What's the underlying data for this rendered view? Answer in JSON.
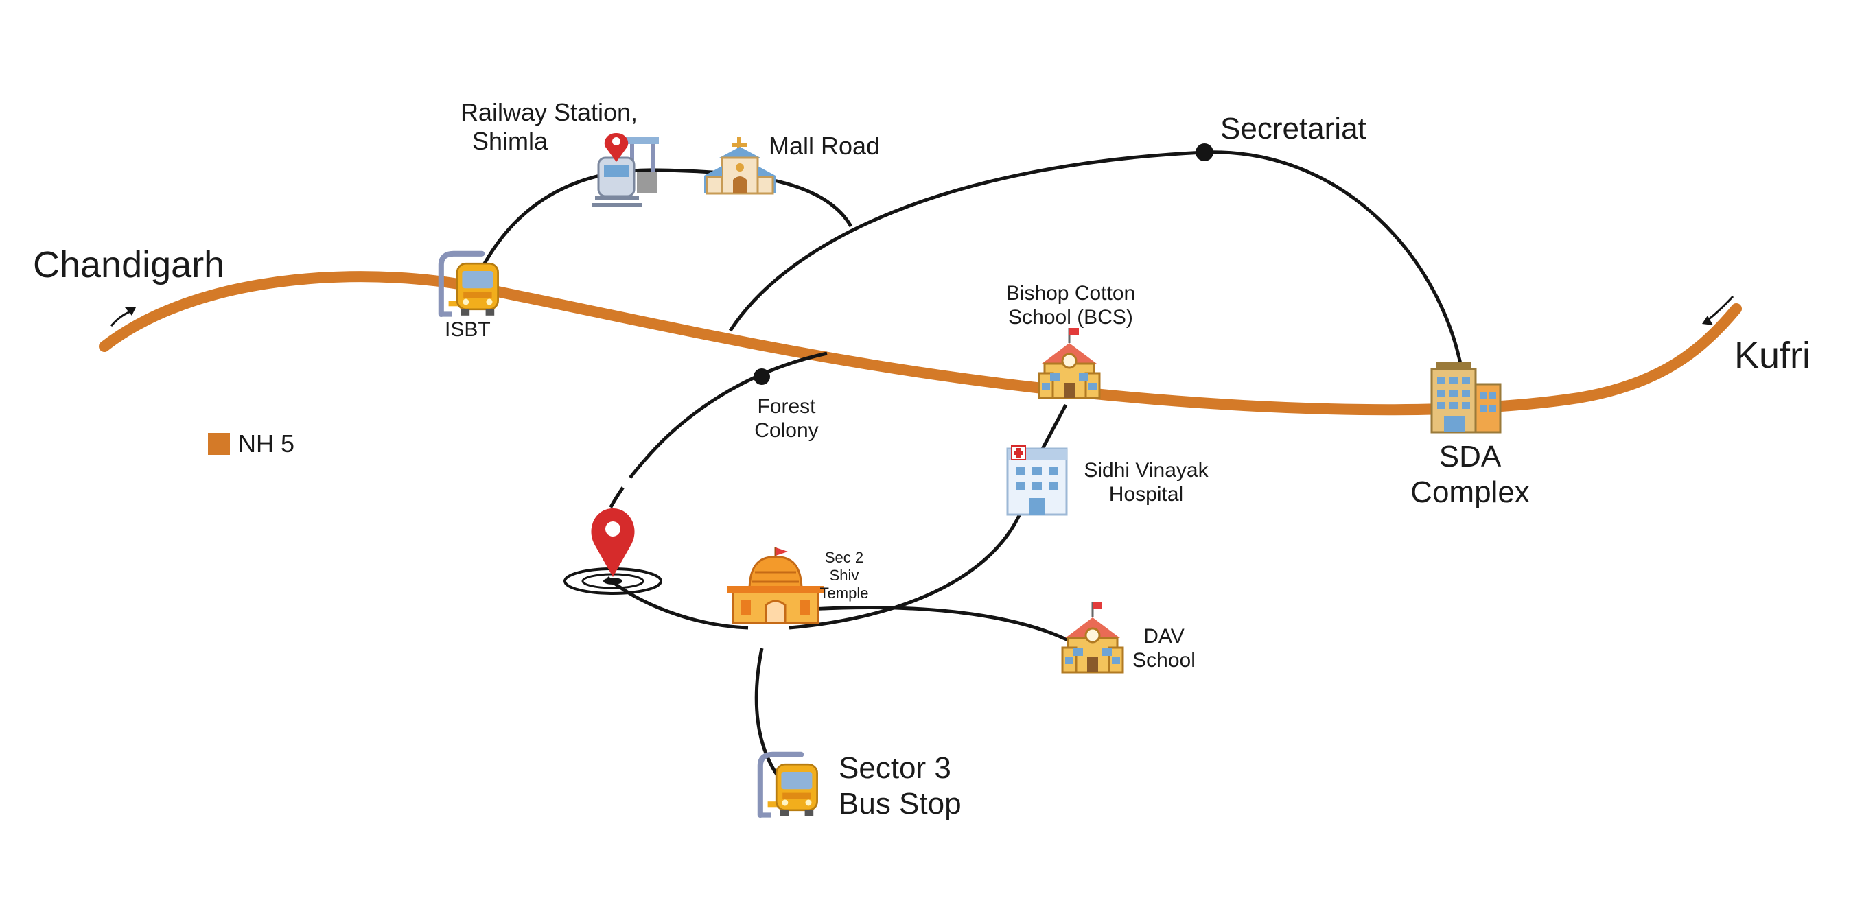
{
  "colors": {
    "highway": "#d47a28",
    "route": "#141414",
    "pin": "#d62b2b",
    "bus_stop": "#f2ae1c",
    "temple": "#f39a2b"
  },
  "legend": {
    "label": "NH 5",
    "color": "#d47a28"
  },
  "places": {
    "chandigarh": "Chandigarh",
    "kufri": "Kufri",
    "isbt": "ISBT",
    "railway_station_line1": "Railway Station,",
    "railway_station_line2": "Shimla",
    "mall_road": "Mall Road",
    "secretariat": "Secretariat",
    "bcs_line1": "Bishop Cotton",
    "bcs_line2": "School (BCS)",
    "forest_colony_line1": "Forest",
    "forest_colony_line2": "Colony",
    "sidhi_vinayak_line1": "Sidhi Vinayak",
    "sidhi_vinayak_line2": "Hospital",
    "sda_line1": "SDA",
    "sda_line2": "Complex",
    "shiv_temple_line1": "Sec 2",
    "shiv_temple_line2": "Shiv",
    "shiv_temple_line3": "Temple",
    "dav_line1": "DAV",
    "dav_line2": "School",
    "sector3_line1": "Sector 3",
    "sector3_line2": "Bus Stop"
  },
  "icons": {
    "isbt": "bus-stop-icon",
    "railway_station": "train-station-icon",
    "mall_road": "church-icon",
    "bcs": "school-icon",
    "sidhi_vinayak": "hospital-icon",
    "sda": "office-building-icon",
    "shiv_temple": "temple-icon",
    "dav": "school-icon",
    "sector3": "bus-stop-icon",
    "location": "location-pin-icon"
  }
}
